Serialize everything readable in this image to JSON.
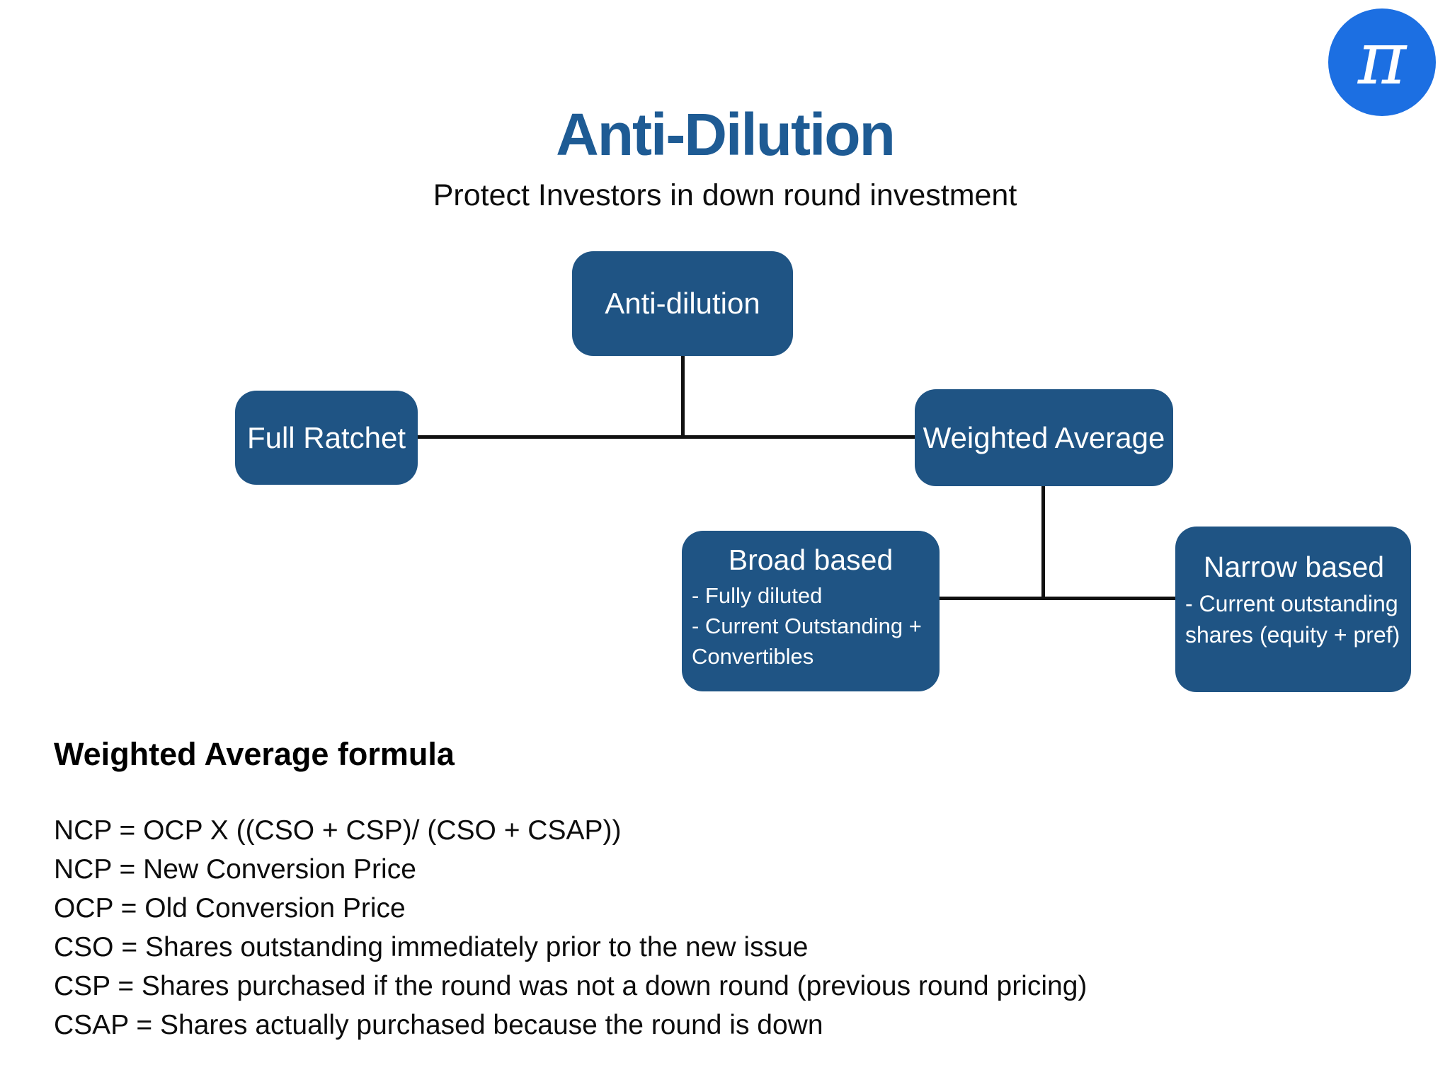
{
  "header": {
    "title": "Anti-Dilution",
    "subtitle": "Protect Investors in down round investment"
  },
  "logo": {
    "symbol": "π"
  },
  "colors": {
    "node_blue": "#1f5484",
    "title_blue": "#1e5b94",
    "logo_blue": "#1c6fe2",
    "line_black": "#111111"
  },
  "diagram": {
    "anti_dilution_label": "Anti-dilution",
    "full_ratchet_label": "Full Ratchet",
    "weighted_average_label": "Weighted Average",
    "broad_based": {
      "title": "Broad based",
      "line1": "- Fully diluted",
      "line2": "- Current Outstanding + Convertibles"
    },
    "narrow_based": {
      "title": "Narrow based",
      "line1": "- Current outstanding shares (equity + pref)"
    }
  },
  "formula": {
    "heading": "Weighted Average formula",
    "lines": [
      "NCP = OCP X ((CSO + CSP)/ (CSO + CSAP))",
      "NCP = New Conversion Price",
      "OCP = Old Conversion Price",
      "CSO = Shares outstanding immediately prior to the new issue",
      "CSP = Shares purchased if the round was not a down round (previous round pricing)",
      "CSAP = Shares actually purchased because the round is down"
    ]
  }
}
